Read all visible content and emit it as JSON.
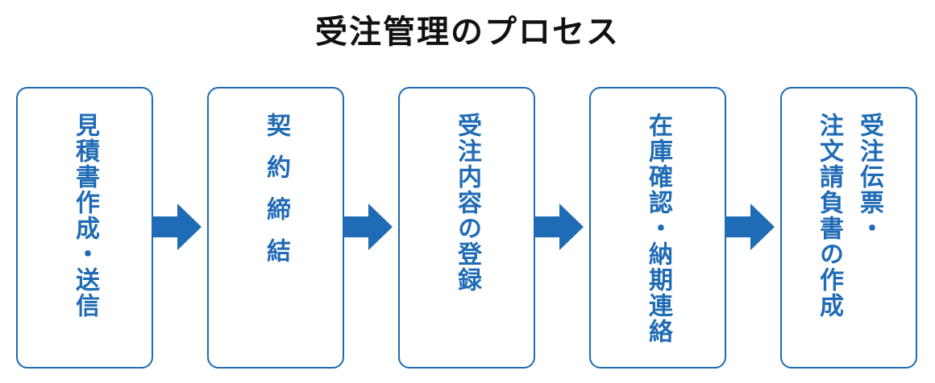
{
  "title": "受注管理のプロセス",
  "colors": {
    "accent": "#1f6bb5",
    "title": "#111111",
    "background": "#ffffff"
  },
  "steps": [
    {
      "lines": [
        "見積書作成・送信"
      ]
    },
    {
      "lines": [
        "契約締結"
      ]
    },
    {
      "lines": [
        "受注内容の登録"
      ]
    },
    {
      "lines": [
        "在庫確認・納期連絡"
      ]
    },
    {
      "lines": [
        "受注伝票・",
        "注文請負書の作成"
      ]
    }
  ]
}
